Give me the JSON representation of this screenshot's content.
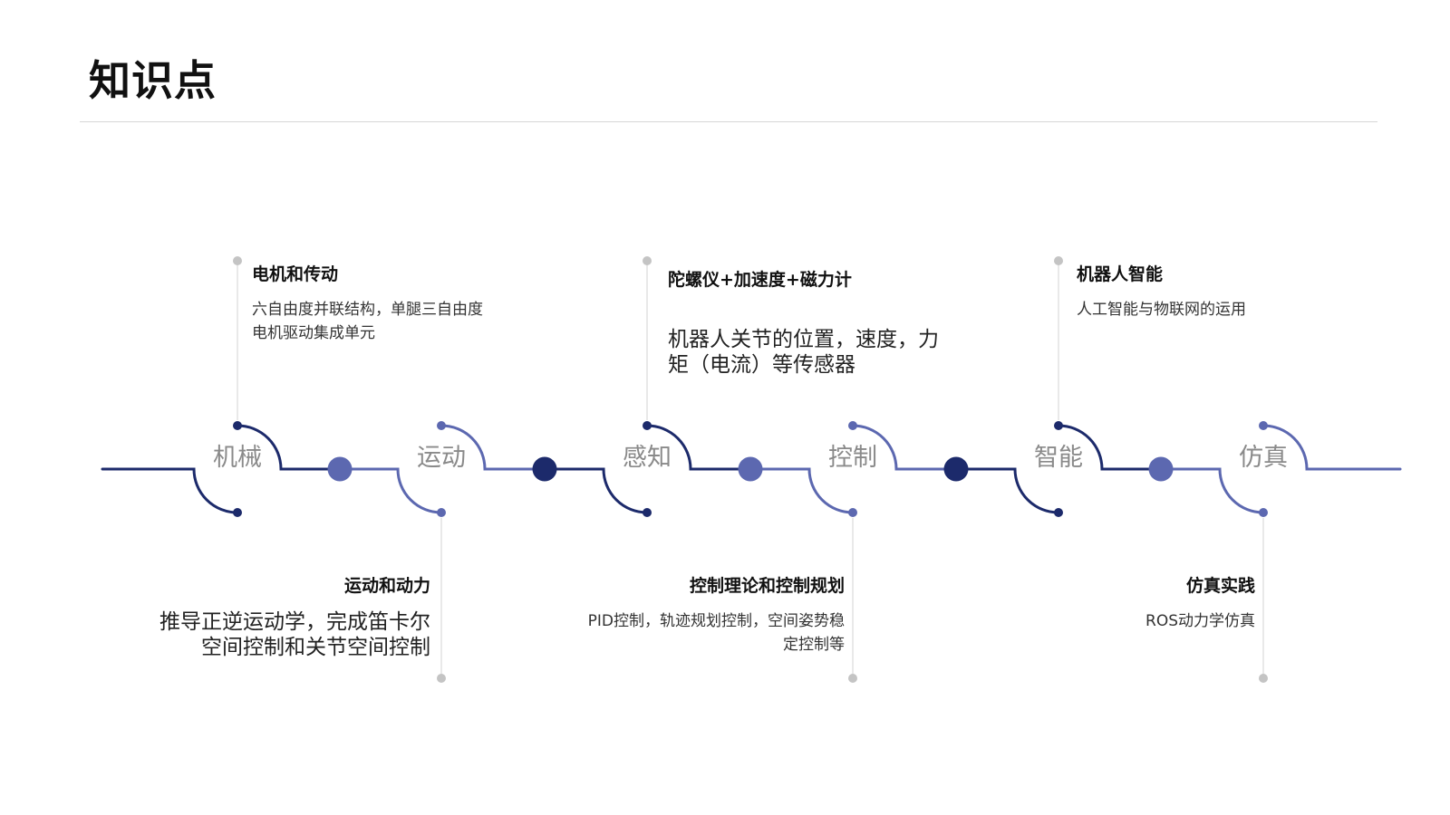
{
  "page": {
    "title": "知识点"
  },
  "colors": {
    "dark": "#1c2a6b",
    "light": "#5c68b0",
    "connector": "#e2e2e2",
    "connector_dot": "#c4c4c4"
  },
  "nodes": [
    {
      "id": "mech",
      "label": "机械"
    },
    {
      "id": "motion",
      "label": "运动"
    },
    {
      "id": "perception",
      "label": "感知"
    },
    {
      "id": "control",
      "label": "控制"
    },
    {
      "id": "intelligence",
      "label": "智能"
    },
    {
      "id": "simulation",
      "label": "仿真"
    }
  ],
  "topics": [
    {
      "id": "motor",
      "node": "mech",
      "side": "top",
      "title": "电机和传动",
      "lines": [
        "六自由度并联结构，单腿三自由度",
        "电机驱动集成单元"
      ]
    },
    {
      "id": "kinematics",
      "node": "motion",
      "side": "bottom",
      "title": "运动和动力",
      "lines": [
        "推导正逆运动学，完成笛卡尔",
        "空间控制和关节空间控制"
      ]
    },
    {
      "id": "sensors",
      "node": "perception",
      "side": "top",
      "title": "陀螺仪+加速度+磁力计",
      "lines": [
        "机器人关节的位置，速度，力",
        "矩（电流）等传感器"
      ]
    },
    {
      "id": "control-theory",
      "node": "control",
      "side": "bottom",
      "title": "控制理论和控制规划",
      "lines": [
        "PID控制，轨迹规划控制，空间姿势稳",
        "定控制等"
      ]
    },
    {
      "id": "ai",
      "node": "intelligence",
      "side": "top",
      "title": "机器人智能",
      "lines": [
        "人工智能与物联网的运用"
      ]
    },
    {
      "id": "sim-practice",
      "node": "simulation",
      "side": "bottom",
      "title": "仿真实践",
      "lines": [
        "ROS动力学仿真"
      ]
    }
  ]
}
